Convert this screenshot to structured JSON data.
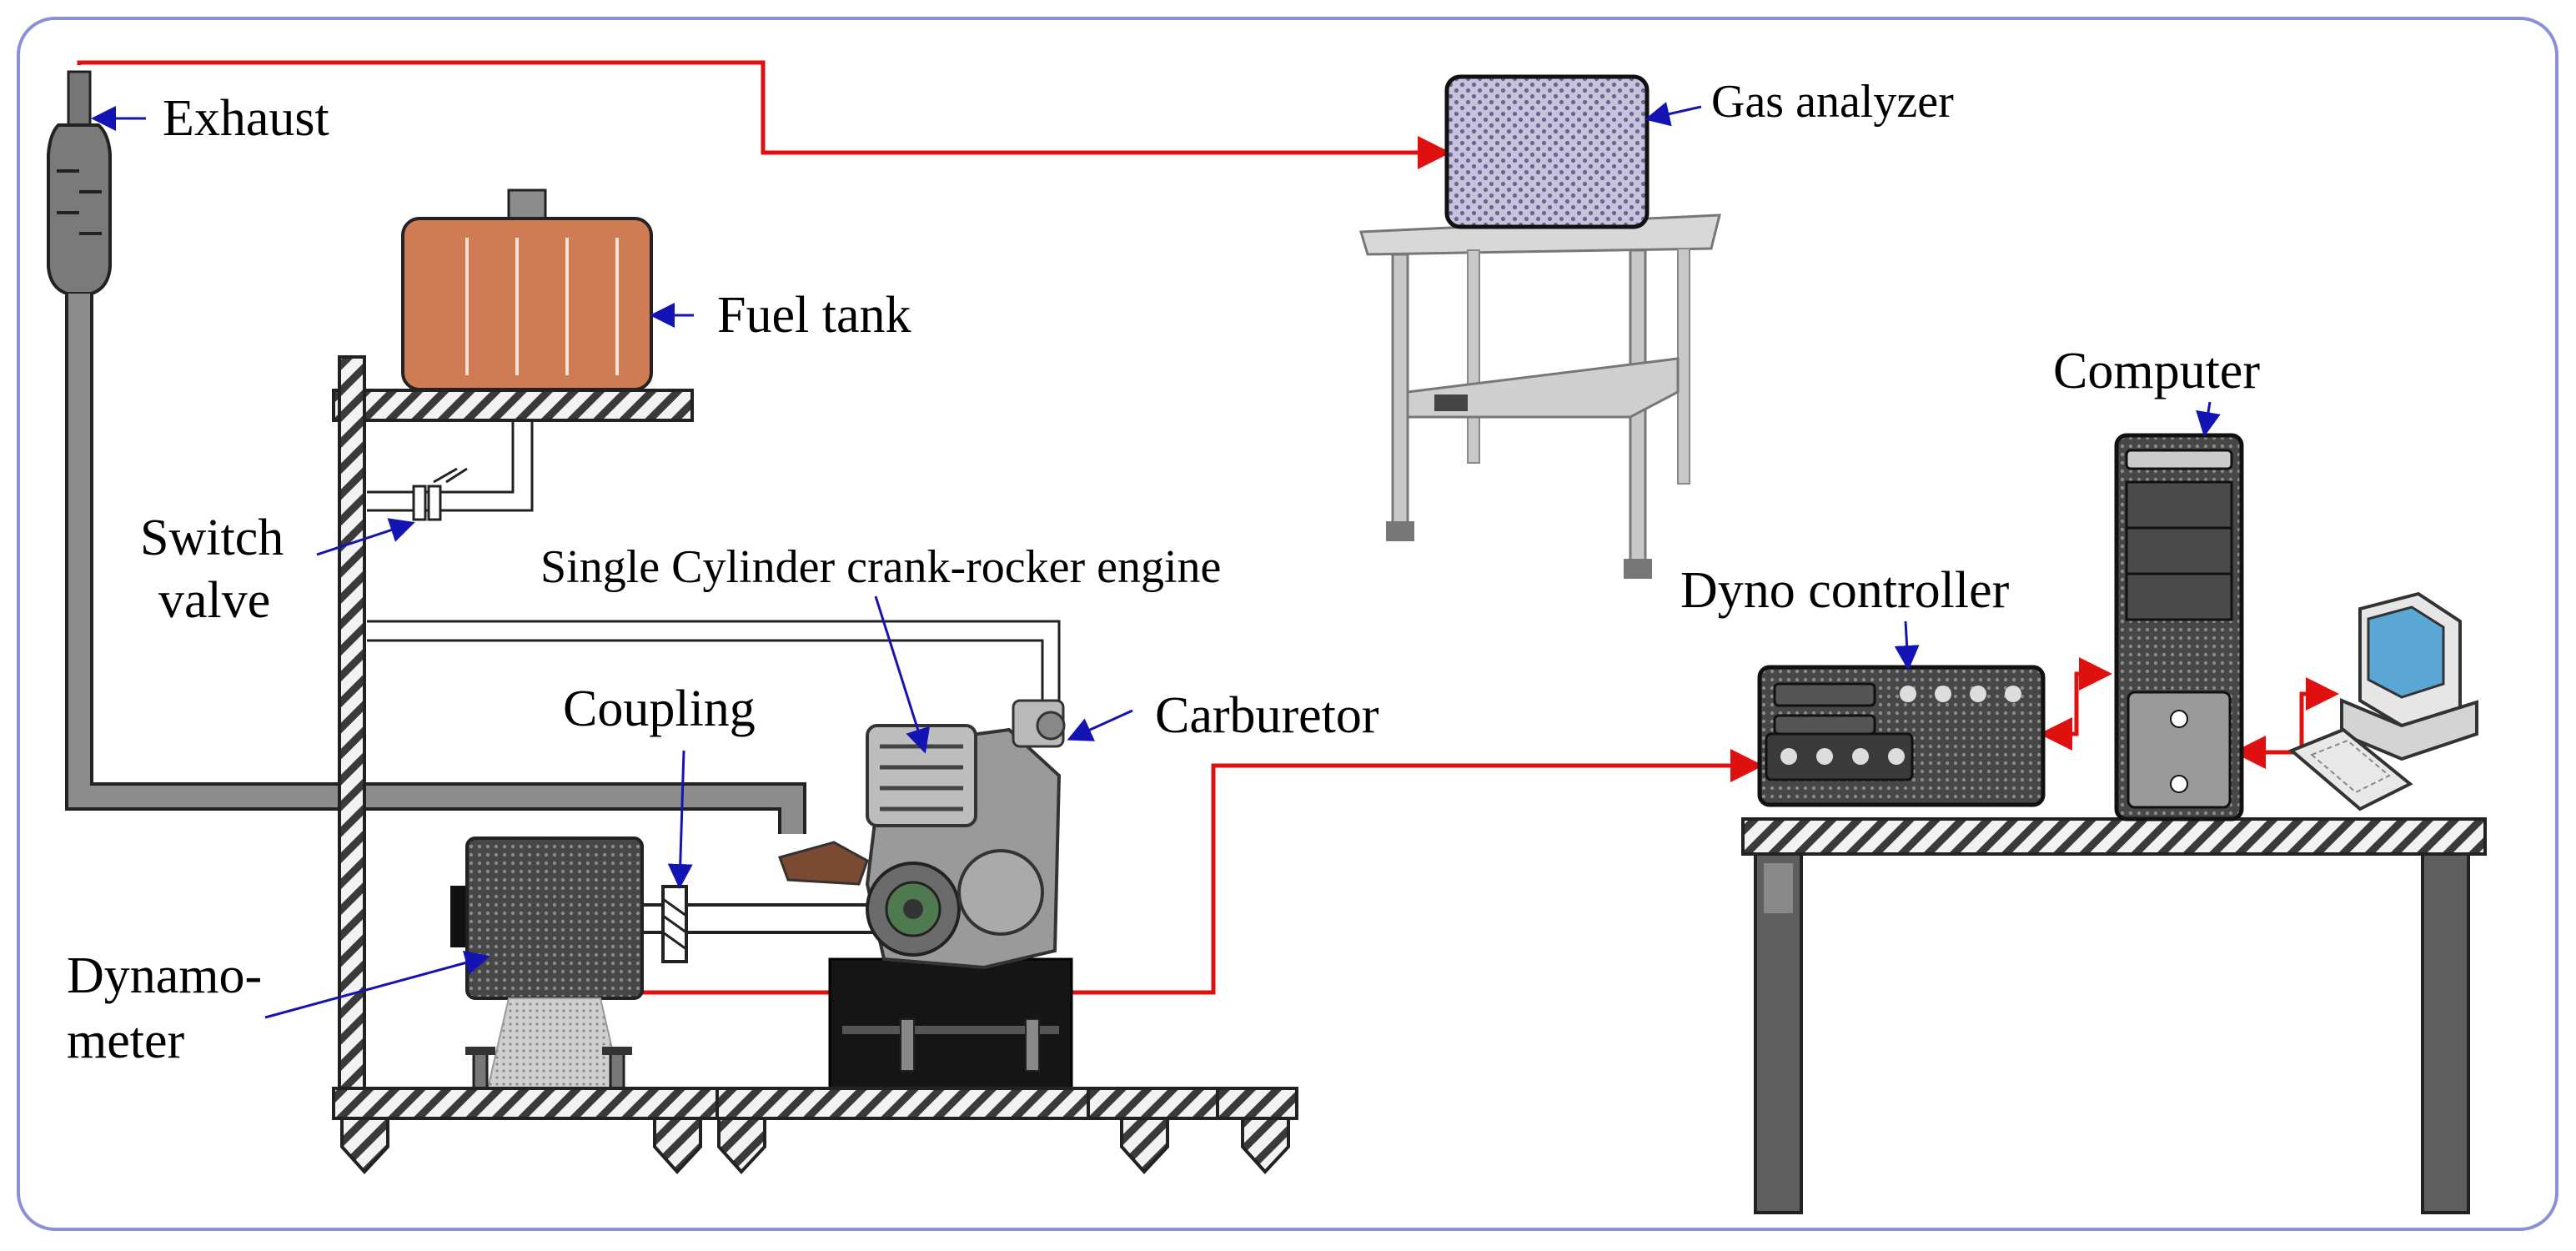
{
  "labels": {
    "exhaust": "Exhaust",
    "fuel_tank": "Fuel tank",
    "switch_valve_line1": "Switch",
    "switch_valve_line2": "valve",
    "engine": "Single Cylinder crank-rocker engine",
    "coupling": "Coupling",
    "carburetor": "Carburetor",
    "dynamometer_line1": "Dynamo-",
    "dynamometer_line2": "meter",
    "gas_analyzer": "Gas analyzer",
    "computer": "Computer",
    "dyno_controller": "Dyno controller"
  },
  "colors": {
    "frame_border": "#8a90d6",
    "signal_line": "#e01010",
    "pointer_arrow": "#1414b4",
    "fuel_tank": "#cf7c55",
    "gas_analyzer_screen": "#c9c2dd",
    "equipment_dark": "#4a4a4a",
    "table_top": "#5a5a5a",
    "pipe": "#8c8c8c"
  }
}
